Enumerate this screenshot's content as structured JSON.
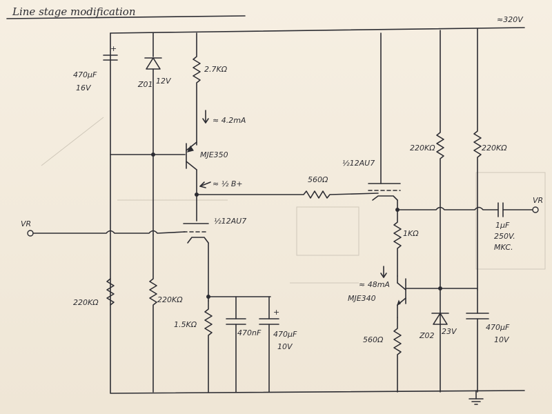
{
  "title": "Line stage modification",
  "supply": "≈320V",
  "labels": {
    "c1_value": "470μF",
    "c1_voltage": "16V",
    "z1": "Z01",
    "z1_voltage": "12V",
    "r_top": "2.7KΩ",
    "current1": "≈ 4.2mA",
    "q1": "MJE350",
    "half_b": "≈ ½ B+",
    "r_560_top": "560Ω",
    "tube_top": "½12AU7",
    "tube_mid": "½12AU7",
    "in_label": "VR",
    "r_220_a": "220KΩ",
    "r_220_b": "220KΩ",
    "r_15k": "1.5KΩ",
    "c_470nf": "470nF",
    "c_470uf_bl": "470μF",
    "c_470uf_bl_v": "10V",
    "r_220_c": "220KΩ",
    "r_220_d": "220KΩ",
    "r_1k": "1KΩ",
    "current2": "≈ 48mA",
    "q2": "MJE340",
    "r_560_bot": "560Ω",
    "z2": "Z02",
    "z2_voltage": "23V",
    "c_470uf_br": "470μF",
    "c_470uf_br_v": "10V",
    "c_out": "1μF",
    "c_out_v": "250V.",
    "c_out_type": "MKC.",
    "out_label": "VR"
  }
}
